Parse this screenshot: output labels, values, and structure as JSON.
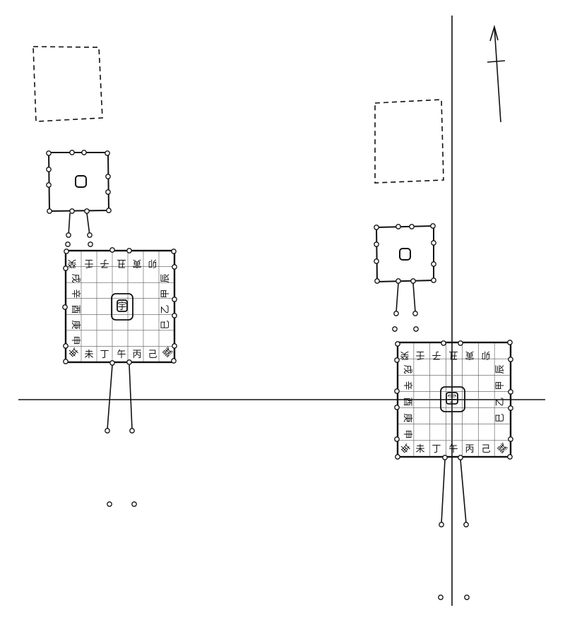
{
  "figure": {
    "colors": {
      "ink": "#111111",
      "paper": "#ffffff"
    },
    "north_arrow": {
      "icon": "north-arrow-icon"
    },
    "boards": [
      {
        "id": "left",
        "center_mark": "宇",
        "top": [
          "癸",
          "壬",
          "子",
          "丑",
          "寅",
          "卯"
        ],
        "left": [
          "戌",
          "辛",
          "酉",
          "庚",
          "申"
        ],
        "right": [
          "辰",
          "甲",
          "乙",
          "巳"
        ],
        "bottom": [
          "未",
          "丁",
          "午",
          "丙",
          "己"
        ],
        "corner_bl": "坤",
        "corner_br": "巽"
      },
      {
        "id": "right",
        "center_mark": "宇",
        "top": [
          "癸",
          "壬",
          "子",
          "丑",
          "寅",
          "卯"
        ],
        "left": [
          "戌",
          "辛",
          "酉",
          "庚",
          "申"
        ],
        "right": [
          "辰",
          "甲",
          "乙",
          "巳"
        ],
        "bottom": [
          "未",
          "丁",
          "午",
          "丙",
          "己"
        ],
        "corner_bl": "坤",
        "corner_br": "巽"
      }
    ]
  }
}
